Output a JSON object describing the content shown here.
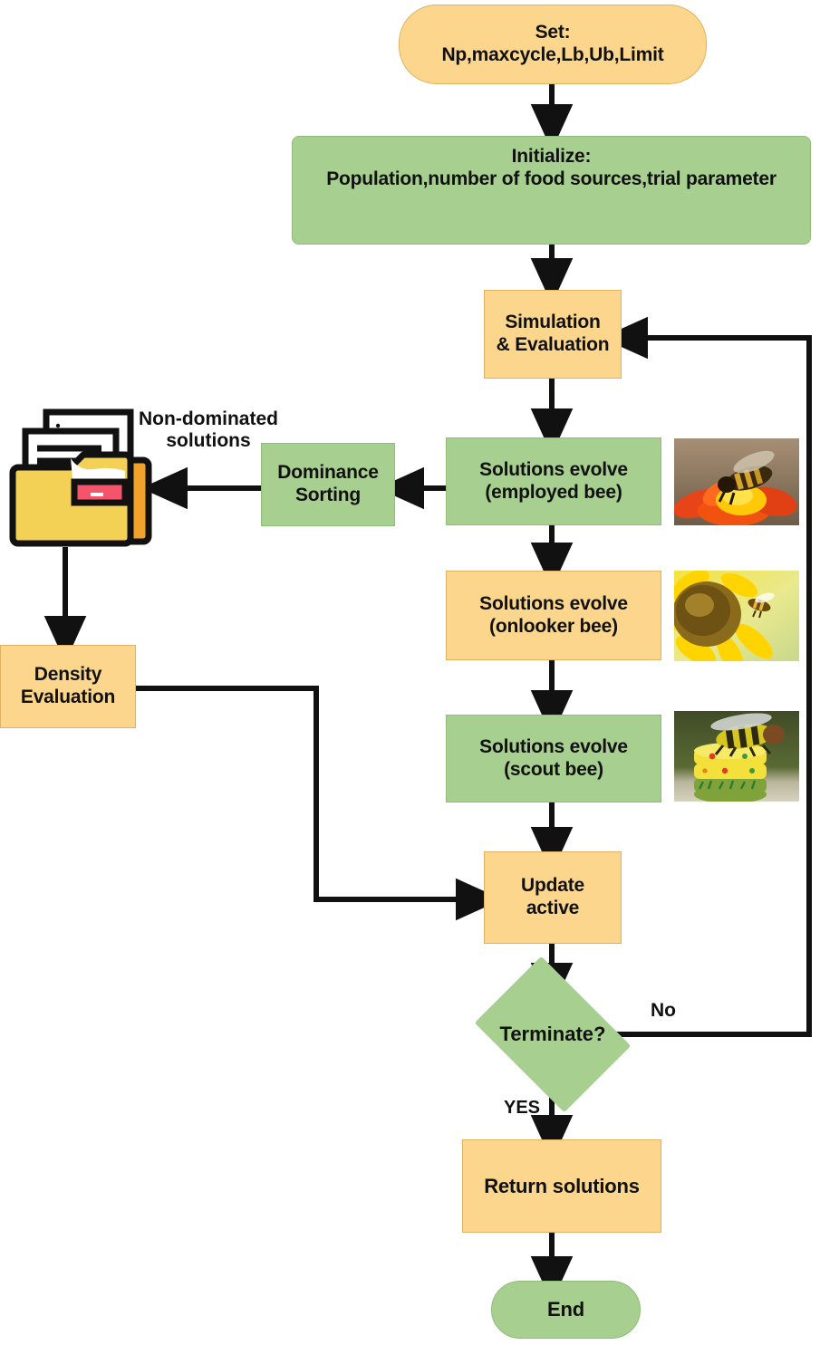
{
  "diagram": {
    "title": "Multi-objective Artificial Bee Colony algorithm flowchart",
    "colors": {
      "orange_fill": "#fbd68c",
      "green_fill": "#a7cf90",
      "line": "#111111",
      "folder_yellow": "#f2d154",
      "folder_orange": "#f0a22a",
      "folder_label_red": "#f4556b"
    },
    "nodes": [
      {
        "id": "set",
        "label": "Set:\nNp,maxcycle,Lb,Ub,Limit"
      },
      {
        "id": "initialize",
        "label": "Initialize:\nPopulation,number of food sources,trial parameter"
      },
      {
        "id": "simulation",
        "label": "Simulation\n& Evaluation"
      },
      {
        "id": "employed",
        "label": "Solutions evolve\n(employed bee)"
      },
      {
        "id": "dominance",
        "label": "Dominance\nSorting"
      },
      {
        "id": "onlooker",
        "label": "Solutions evolve\n(onlooker bee)"
      },
      {
        "id": "scout",
        "label": "Solutions evolve\n(scout bee)"
      },
      {
        "id": "density",
        "label": "Density\nEvaluation"
      },
      {
        "id": "update",
        "label": "Update\nactive"
      },
      {
        "id": "terminate",
        "label": "Terminate?"
      },
      {
        "id": "return",
        "label": "Return solutions"
      },
      {
        "id": "end",
        "label": "End"
      }
    ],
    "edge_labels": {
      "no": "No",
      "yes": "YES"
    },
    "captions": {
      "non_dominated": "Non-dominated\nsolutions"
    },
    "icons": {
      "folder": "folder-documents-icon"
    },
    "photos": [
      {
        "id": "photo-employed-bee",
        "alt": "Honey bee on an orange marigold flower"
      },
      {
        "id": "photo-onlooker-bee",
        "alt": "Bee flying beside a yellow sunflower"
      },
      {
        "id": "photo-scout-bee",
        "alt": "Bee sculpture on a painted yellow hive stand"
      }
    ]
  }
}
